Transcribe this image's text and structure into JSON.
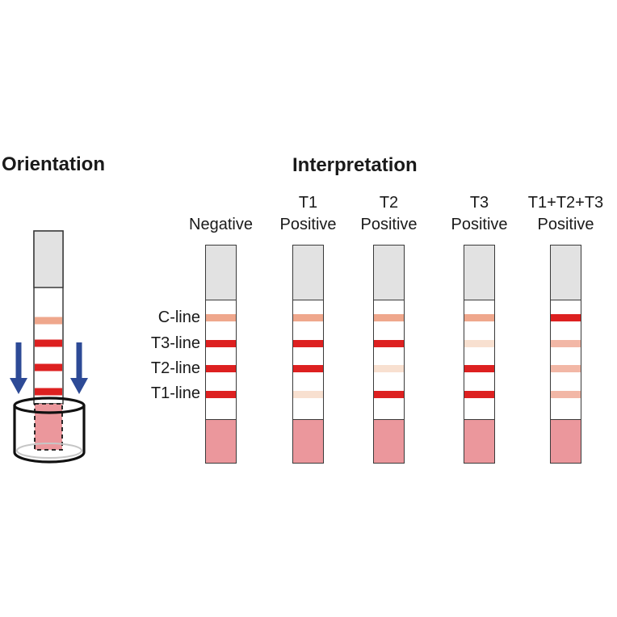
{
  "titles": {
    "orientation": "Orientation",
    "interpretation": "Interpretation"
  },
  "line_labels": [
    "C-line",
    "T3-line",
    "T2-line",
    "T1-line"
  ],
  "strips": [
    {
      "label_lines": [
        "Negative"
      ],
      "lines": [
        "control",
        "strong",
        "strong",
        "strong"
      ]
    },
    {
      "label_lines": [
        "T1",
        "Positive"
      ],
      "lines": [
        "control",
        "strong",
        "strong",
        "faint"
      ]
    },
    {
      "label_lines": [
        "T2",
        "Positive"
      ],
      "lines": [
        "control",
        "strong",
        "faint",
        "strong"
      ]
    },
    {
      "label_lines": [
        "T3",
        "Positive"
      ],
      "lines": [
        "control",
        "faint",
        "strong",
        "strong"
      ]
    },
    {
      "label_lines": [
        "T1+T2+T3",
        "Positive"
      ],
      "lines": [
        "strong",
        "faint_speckled",
        "faint_speckled",
        "faint_speckled"
      ]
    }
  ],
  "orientation_figure": {
    "strip_lines": [
      "control",
      "strong",
      "strong",
      "strong"
    ],
    "arrow_icon": "down-arrow",
    "vessel": "sample-cup",
    "submerged_pad": "sample-pad-dashed"
  },
  "colors": {
    "strong": "#dd2020",
    "control": "#efa78c",
    "faint": "#f8e0d0",
    "faint_speckled": "#f2b7a6",
    "pad_gray": "#e2e2e2",
    "pad_pink": "#eb979c",
    "arrow_blue": "#2d4a96",
    "strip_border": "#3a3a3a",
    "vessel_outline": "#111111"
  }
}
